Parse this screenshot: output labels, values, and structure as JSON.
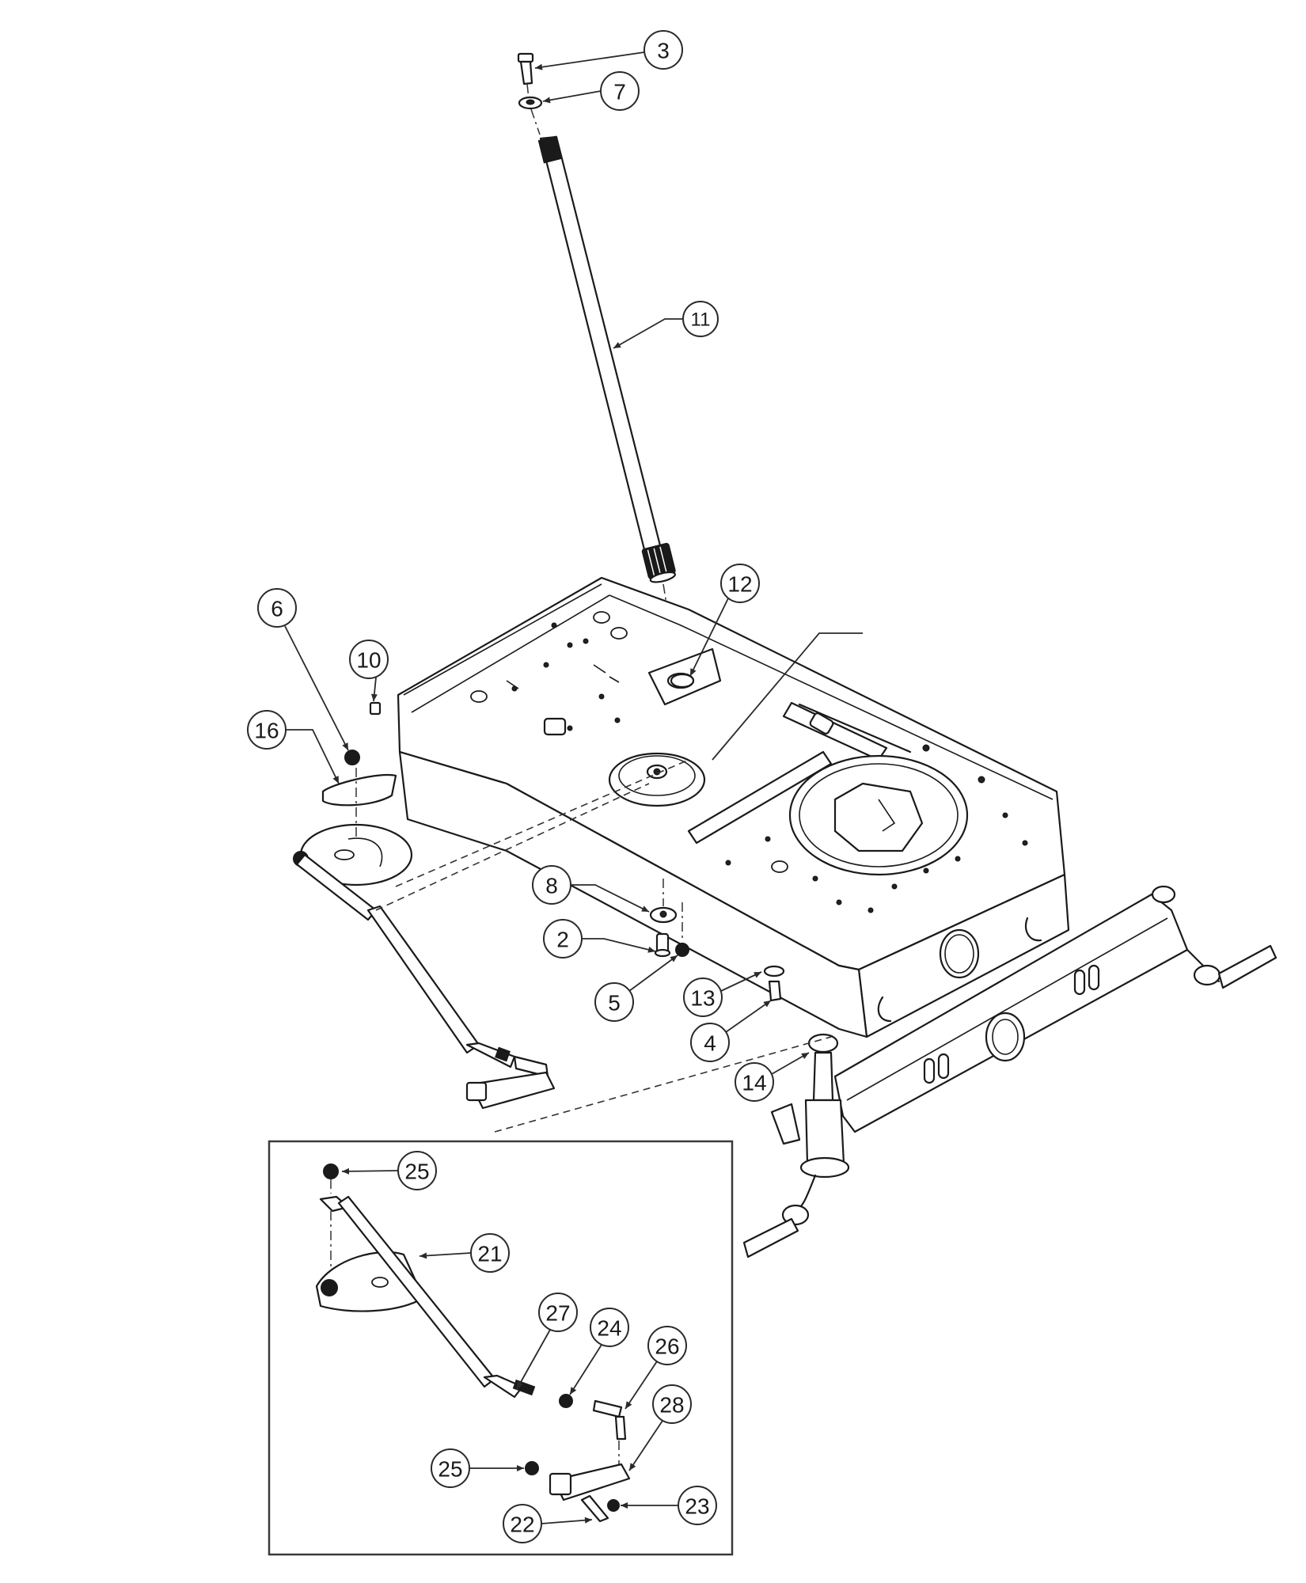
{
  "diagram": {
    "type": "exploded-parts-diagram",
    "highlight_color": "#7fcf9f",
    "callouts": [
      {
        "id": "c3",
        "label": "3",
        "part": "bolt",
        "highlighted": false
      },
      {
        "id": "c7",
        "label": "7",
        "part": "washer",
        "highlighted": false
      },
      {
        "id": "c11",
        "label": "11",
        "part": "steering-shaft",
        "highlighted": true
      },
      {
        "id": "c12",
        "label": "12",
        "part": "bushing",
        "highlighted": false
      },
      {
        "id": "c6",
        "label": "6",
        "part": "nut",
        "highlighted": false
      },
      {
        "id": "c10",
        "label": "10",
        "part": "shoulder-bolt",
        "highlighted": false
      },
      {
        "id": "c16",
        "label": "16",
        "part": "plate",
        "highlighted": false
      },
      {
        "id": "c8",
        "label": "8",
        "part": "flange-bushing",
        "highlighted": false
      },
      {
        "id": "c2",
        "label": "2",
        "part": "spacer",
        "highlighted": false
      },
      {
        "id": "c5",
        "label": "5",
        "part": "lock-nut",
        "highlighted": false
      },
      {
        "id": "c13",
        "label": "13",
        "part": "washer",
        "highlighted": false
      },
      {
        "id": "c4",
        "label": "4",
        "part": "pin",
        "highlighted": false
      },
      {
        "id": "c14",
        "label": "14",
        "part": "spindle-bushing",
        "highlighted": false
      },
      {
        "id": "c25a",
        "label": "25",
        "part": "nut",
        "highlighted": false
      },
      {
        "id": "c21",
        "label": "21",
        "part": "steering-gear-plate",
        "highlighted": false
      },
      {
        "id": "c27",
        "label": "27",
        "part": "drag-link",
        "highlighted": false
      },
      {
        "id": "c24",
        "label": "24",
        "part": "jam-nut",
        "highlighted": false
      },
      {
        "id": "c26",
        "label": "26",
        "part": "ball-joint",
        "highlighted": false
      },
      {
        "id": "c28",
        "label": "28",
        "part": "steering-arm",
        "highlighted": false
      },
      {
        "id": "c25b",
        "label": "25",
        "part": "nut",
        "highlighted": false
      },
      {
        "id": "c23",
        "label": "23",
        "part": "nut",
        "highlighted": false
      },
      {
        "id": "c22",
        "label": "22",
        "part": "bolt",
        "highlighted": false
      }
    ]
  }
}
